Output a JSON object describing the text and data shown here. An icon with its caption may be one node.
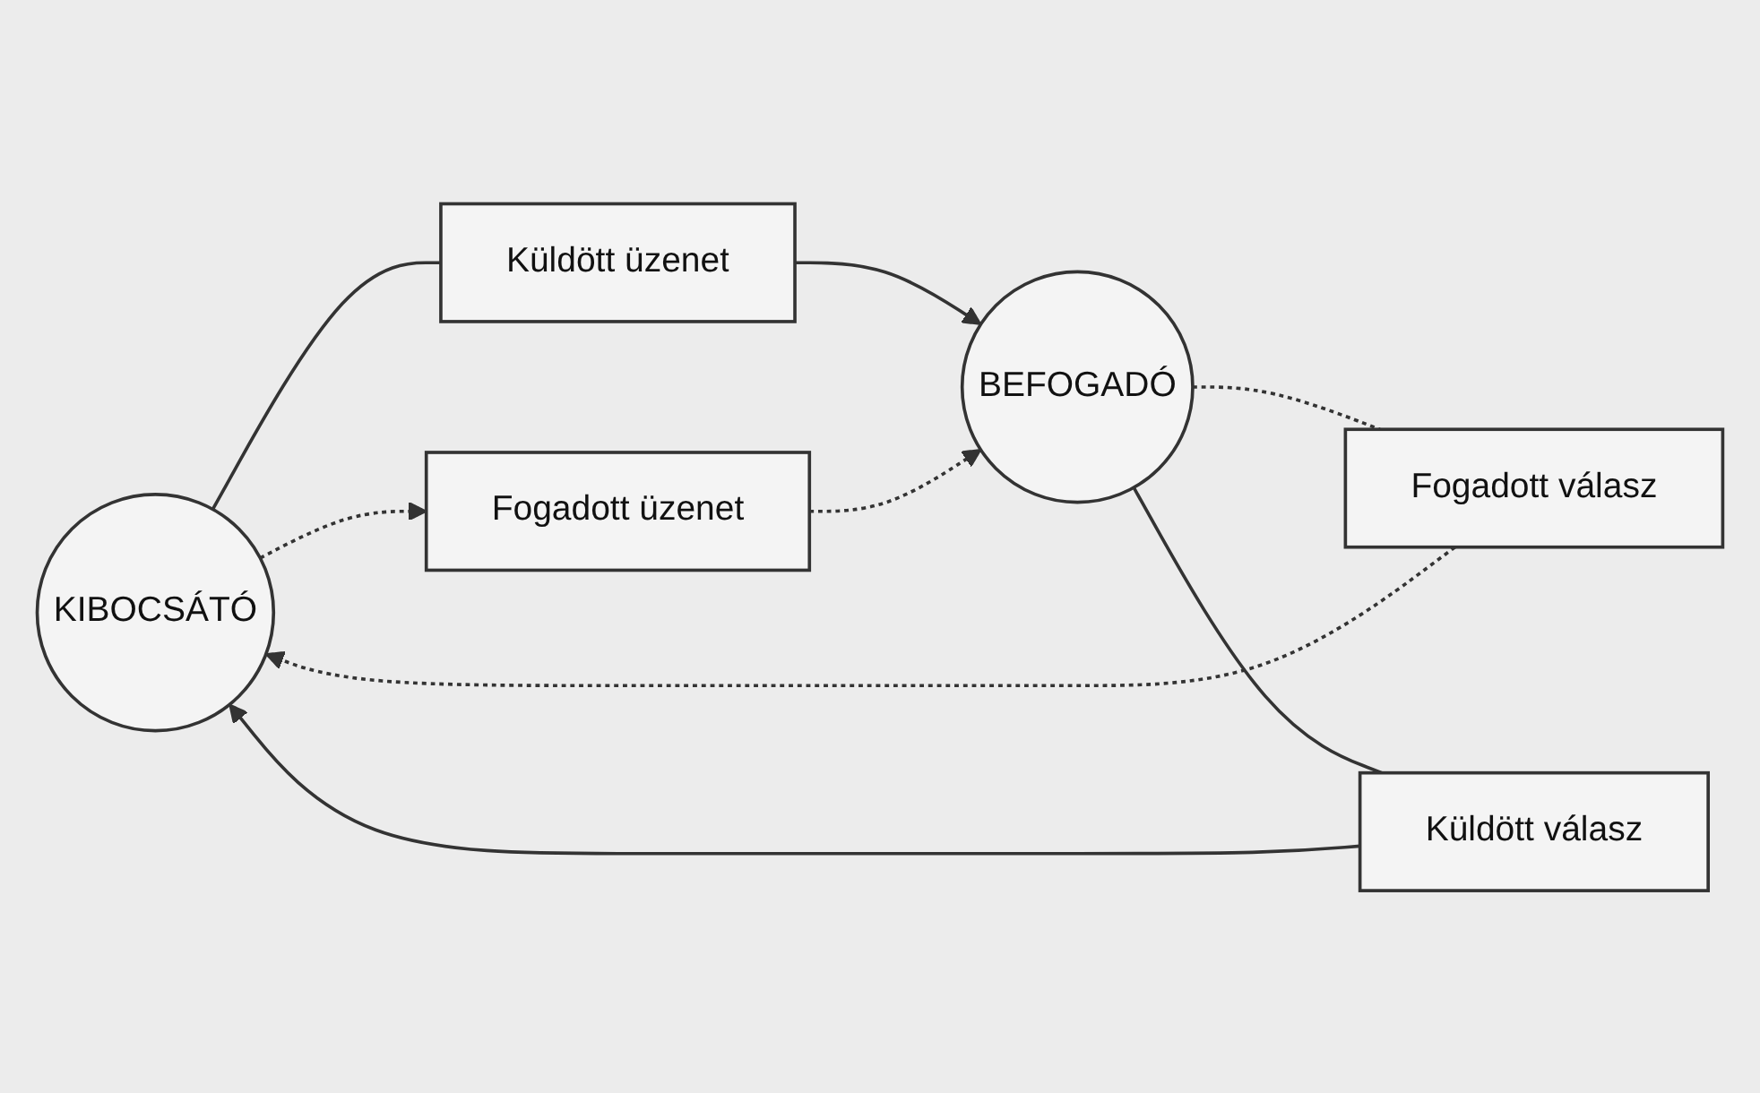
{
  "diagram": {
    "nodes": [
      {
        "text": [
          "KIBOCSÁTÓ"
        ]
      },
      {
        "text": [
          "Küldött üzenet"
        ]
      },
      {
        "text": [
          "Fogadott üzenet"
        ]
      },
      {
        "text": [
          "BEFOGADÓ"
        ]
      },
      {
        "text": [
          "Fogadott válasz"
        ]
      },
      {
        "text": [
          "Küldött válasz"
        ]
      }
    ],
    "edges": [
      {
        "from": 0,
        "to": 1,
        "arrow": "none"
      },
      {
        "from": 1,
        "to": 3,
        "arrow": "to"
      },
      {
        "from": 0,
        "to": 2,
        "arrow": "to",
        "style": "dashed"
      },
      {
        "from": 2,
        "to": 3,
        "arrow": "to",
        "style": "dashed"
      },
      {
        "from": 3,
        "to": 4,
        "arrow": "none",
        "style": "dashed"
      },
      {
        "from": 4,
        "to": 0,
        "arrow": "to",
        "style": "dashed"
      },
      {
        "from": 3,
        "to": 5,
        "arrow": "none"
      },
      {
        "from": 5,
        "to": 0,
        "arrow": "to"
      }
    ]
  }
}
